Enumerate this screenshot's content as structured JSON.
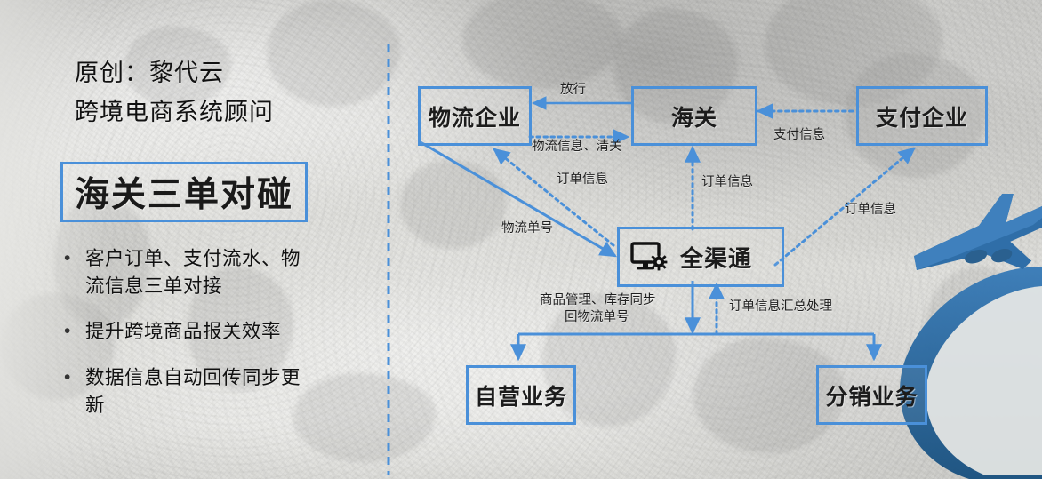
{
  "slide": {
    "accent_color": "#4a90d9",
    "accent_dark": "#1f5e96",
    "text_color": "#111111"
  },
  "left_panel": {
    "byline_line1": "原创：黎代云",
    "byline_line2": "跨境电商系统顾问",
    "title": "海关三单对碰",
    "bullet_marker": "•",
    "bullets": [
      "客户订单、支付流水、物流信息三单对接",
      "提升跨境商品报关效率",
      "数据信息自动回传同步更新"
    ]
  },
  "diagram": {
    "nodes": [
      {
        "id": "logistics",
        "label": "物流企业"
      },
      {
        "id": "customs",
        "label": "海关"
      },
      {
        "id": "payment",
        "label": "支付企业"
      },
      {
        "id": "hub",
        "label": "全渠通",
        "icon": "monitor-gear-icon"
      },
      {
        "id": "self",
        "label": "自营业务"
      },
      {
        "id": "distrib",
        "label": "分销业务"
      }
    ],
    "edge_labels": {
      "release": "放行",
      "logistics_customs": "物流信息、清关",
      "order_info_left": "订单信息",
      "order_info_customs": "订单信息",
      "order_info_payment": "订单信息",
      "payment_info": "支付信息",
      "waybill_no": "物流单号",
      "goods_stock_line1": "商品管理、库存同步",
      "goods_stock_line2": "回物流单号",
      "order_summary": "订单信息汇总处理"
    }
  },
  "decor": {
    "divider": "vertical-dashed-divider",
    "airplane": "airplane-swoosh-graphic"
  }
}
